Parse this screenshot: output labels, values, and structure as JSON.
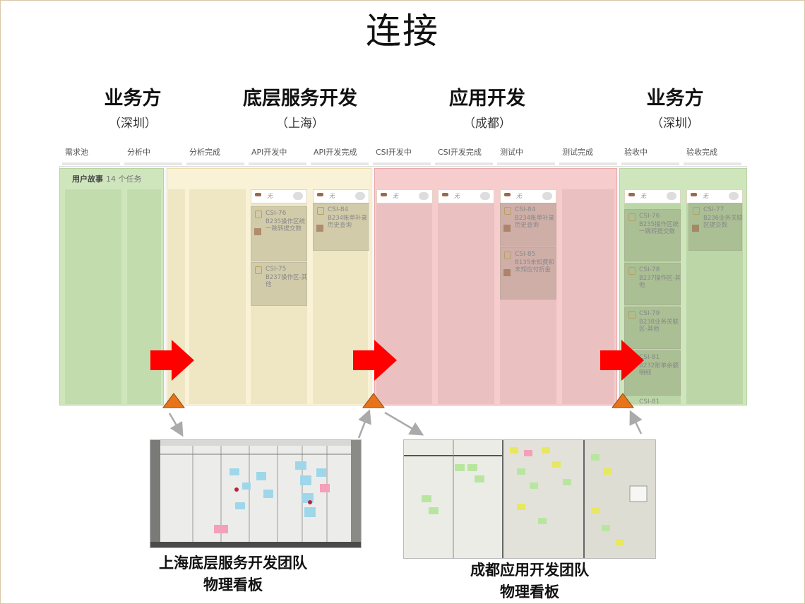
{
  "title": "连接",
  "groups": [
    {
      "name": "业务方",
      "location": "（深圳）"
    },
    {
      "name": "底层服务开发",
      "location": "（上海）"
    },
    {
      "name": "应用开发",
      "location": "（成都）"
    },
    {
      "name": "业务方",
      "location": "（深圳）"
    }
  ],
  "columns": [
    "需求池",
    "分析中",
    "分析完成",
    "API开发中",
    "API开发完成",
    "CSI开发中",
    "CSI开发完成",
    "测试中",
    "测试完成",
    "验收中",
    "验收完成"
  ],
  "board": {
    "label": "用户故事",
    "count": "14 个任务"
  },
  "cards": [
    {
      "id": "CSI-76",
      "text": "B235操作区统一跳转提交数"
    },
    {
      "id": "CSI-75",
      "text": "B237操作区-其他"
    },
    {
      "id": "CSI-84",
      "text": "B234账单补录历史查询"
    },
    {
      "id": "CSI-84",
      "text": "B234账单补录历史查询"
    },
    {
      "id": "CSI-85",
      "text": "B135未知费和未知应付折金"
    },
    {
      "id": "CSI-76",
      "text": "B235操作区统一跳转提交数"
    },
    {
      "id": "CSI-78",
      "text": "B237操作区-其他"
    },
    {
      "id": "CSI-79",
      "text": "B238业务关联区-其他"
    },
    {
      "id": "CSI-81",
      "text": "B232账单余额明细"
    },
    {
      "id": "CSI-77",
      "text": "B236业务关联区提交数"
    }
  ],
  "card_note": "无",
  "last_id": "CSI-81",
  "captions": {
    "shanghai": [
      "上海底层服务开发团队",
      "物理看板"
    ],
    "chengdu": [
      "成都应用开发团队",
      "物理看板"
    ]
  },
  "colors": {
    "green_zone": "#cfe6bd",
    "yellow_zone": "#f9f2d6",
    "red_zone": "#f6cccc",
    "arrow": "#ff0000",
    "triangle": "#e8731a"
  }
}
